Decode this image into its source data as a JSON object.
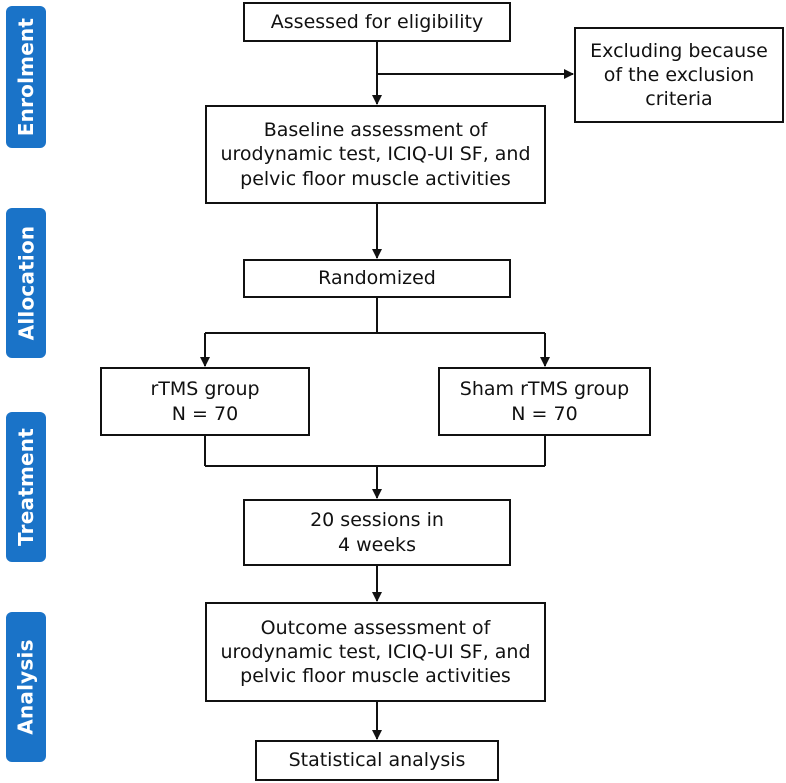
{
  "phases": {
    "enrolment": "Enrolment",
    "allocation": "Allocation",
    "treatment": "Treatment",
    "analysis": "Analysis"
  },
  "boxes": {
    "assessed": "Assessed for eligibility",
    "excluding": "Excluding because\nof the exclusion\ncriteria",
    "baseline": "Baseline assessment of\nurodynamic test, ICIQ-UI SF, and\npelvic floor muscle activities",
    "randomized": "Randomized",
    "rtms": "rTMS group\nN = 70",
    "sham": "Sham rTMS group\nN = 70",
    "sessions": "20 sessions in\n4 weeks",
    "outcome": "Outcome assessment of\nurodynamic test, ICIQ-UI SF, and\npelvic floor muscle activities",
    "statistical": "Statistical analysis"
  },
  "colors": {
    "phase_label_bg": "#1a73c8",
    "phase_label_text": "#ffffff",
    "box_border": "#111111",
    "connector": "#111111"
  }
}
